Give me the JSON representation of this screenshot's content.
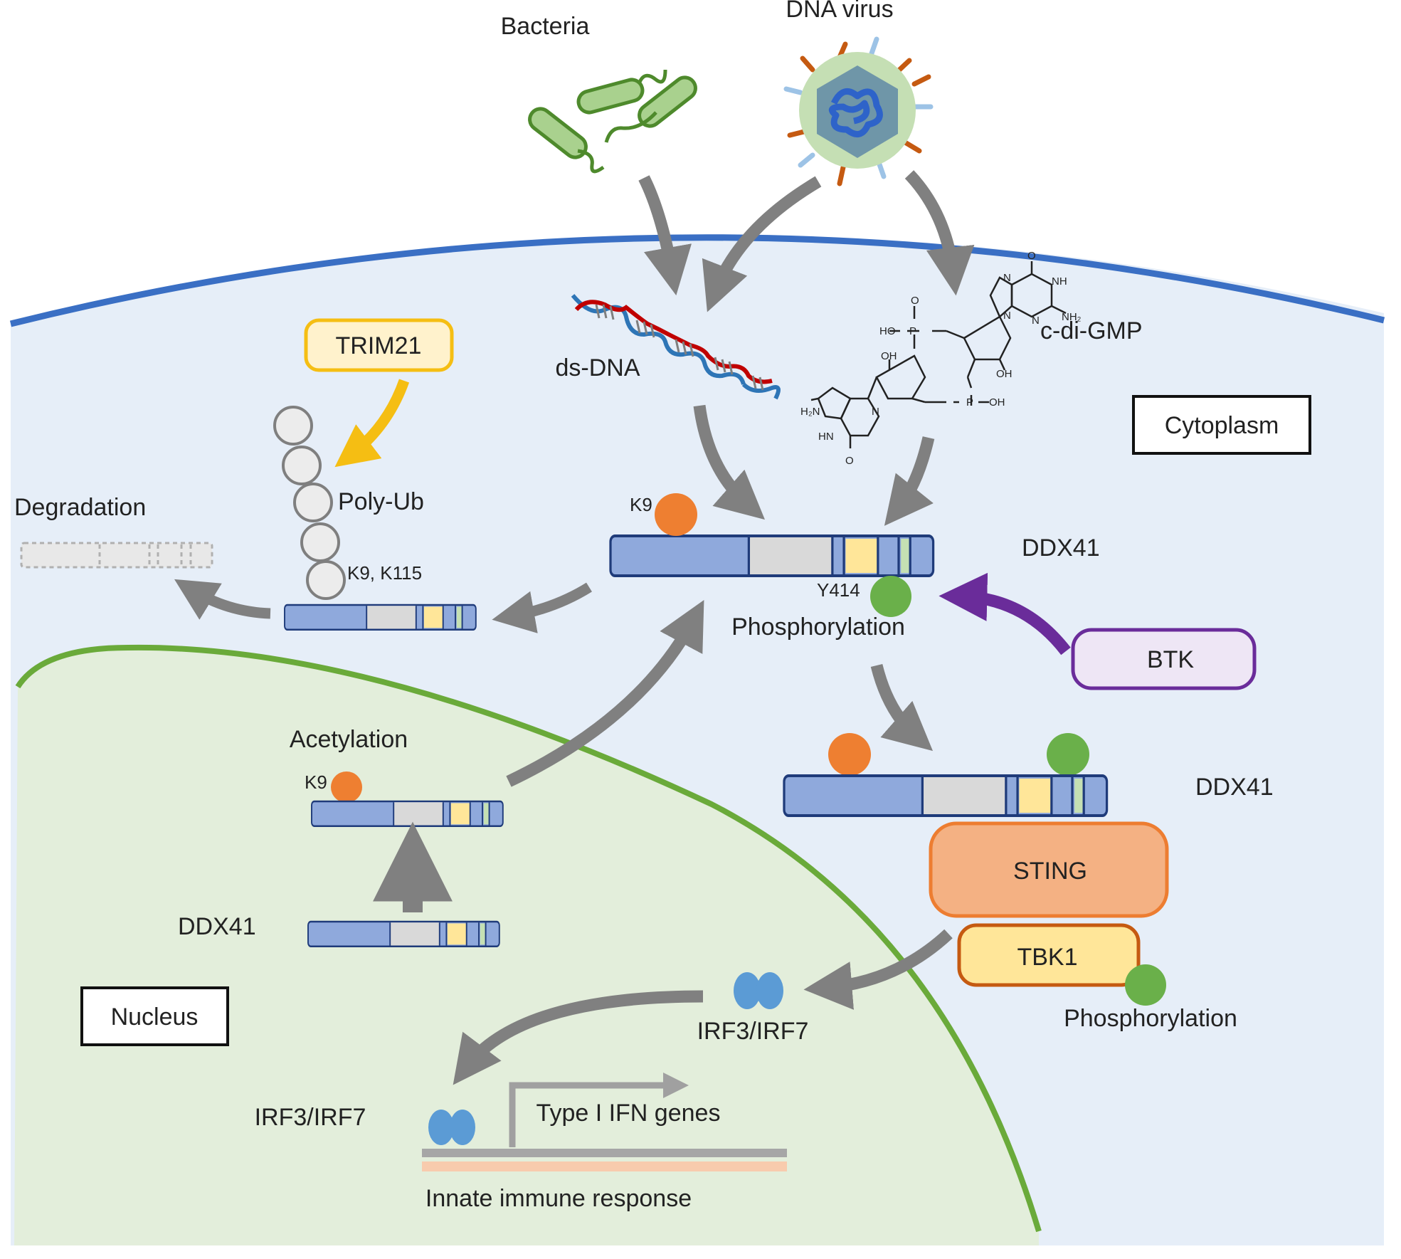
{
  "colors": {
    "cytoplasm_fill": "#e6eef8",
    "membrane": "#3a6fc4",
    "nucleus_fill": "#e3eedb",
    "nucleus_border": "#6aaa3a",
    "arrow": "#808080",
    "trim21_arrow": "#f5be13",
    "btk_arrow": "#6a2c9a",
    "acetyl": "#ee7f31",
    "phospho": "#6ab04a",
    "ddx41_domain": "#8fa9dc",
    "ddx41_border": "#1f3b7a",
    "irf": "#5b9bd5",
    "bacteria": "#a9d18e"
  },
  "labels": {
    "bacteria": "Bacteria",
    "dna_virus": "DNA virus",
    "ds_dna": "ds-DNA",
    "c_di_gmp": "c-di-GMP",
    "trim21": "TRIM21",
    "poly_ub": "Poly-Ub",
    "k9_k115": "K9, K115",
    "degradation": "Degradation",
    "cytoplasm": "Cytoplasm",
    "k9_main": "K9",
    "ddx41_main": "DDX41",
    "y414": "Y414",
    "phosphorylation_main": "Phosphorylation",
    "btk": "BTK",
    "ddx41_sting": "DDX41",
    "sting": "STING",
    "tbk1": "TBK1",
    "phosphorylation_tbk1": "Phosphorylation",
    "acetylation": "Acetylation",
    "k9_nuc": "K9",
    "ddx41_nuc": "DDX41",
    "nucleus": "Nucleus",
    "irf_cyto": "IRF3/IRF7",
    "irf_nuc": "IRF3/IRF7",
    "type1_ifn": "Type I IFN genes",
    "innate": "Innate immune response"
  },
  "chem": {
    "ho_top": "HO",
    "p_top": "P",
    "o_top": "O",
    "n_labels": [
      "N",
      "N",
      "NH",
      "N"
    ],
    "nh2_top": "NH₂",
    "o_keto_top": "O",
    "oh_a": "OH",
    "oh_b": "OH",
    "p_bottom": "P",
    "oh_bottom": "OH",
    "h2n_bottom": "H₂N",
    "hn_bottom": "HN",
    "n_bottom": "N",
    "o_keto_bottom": "O"
  }
}
